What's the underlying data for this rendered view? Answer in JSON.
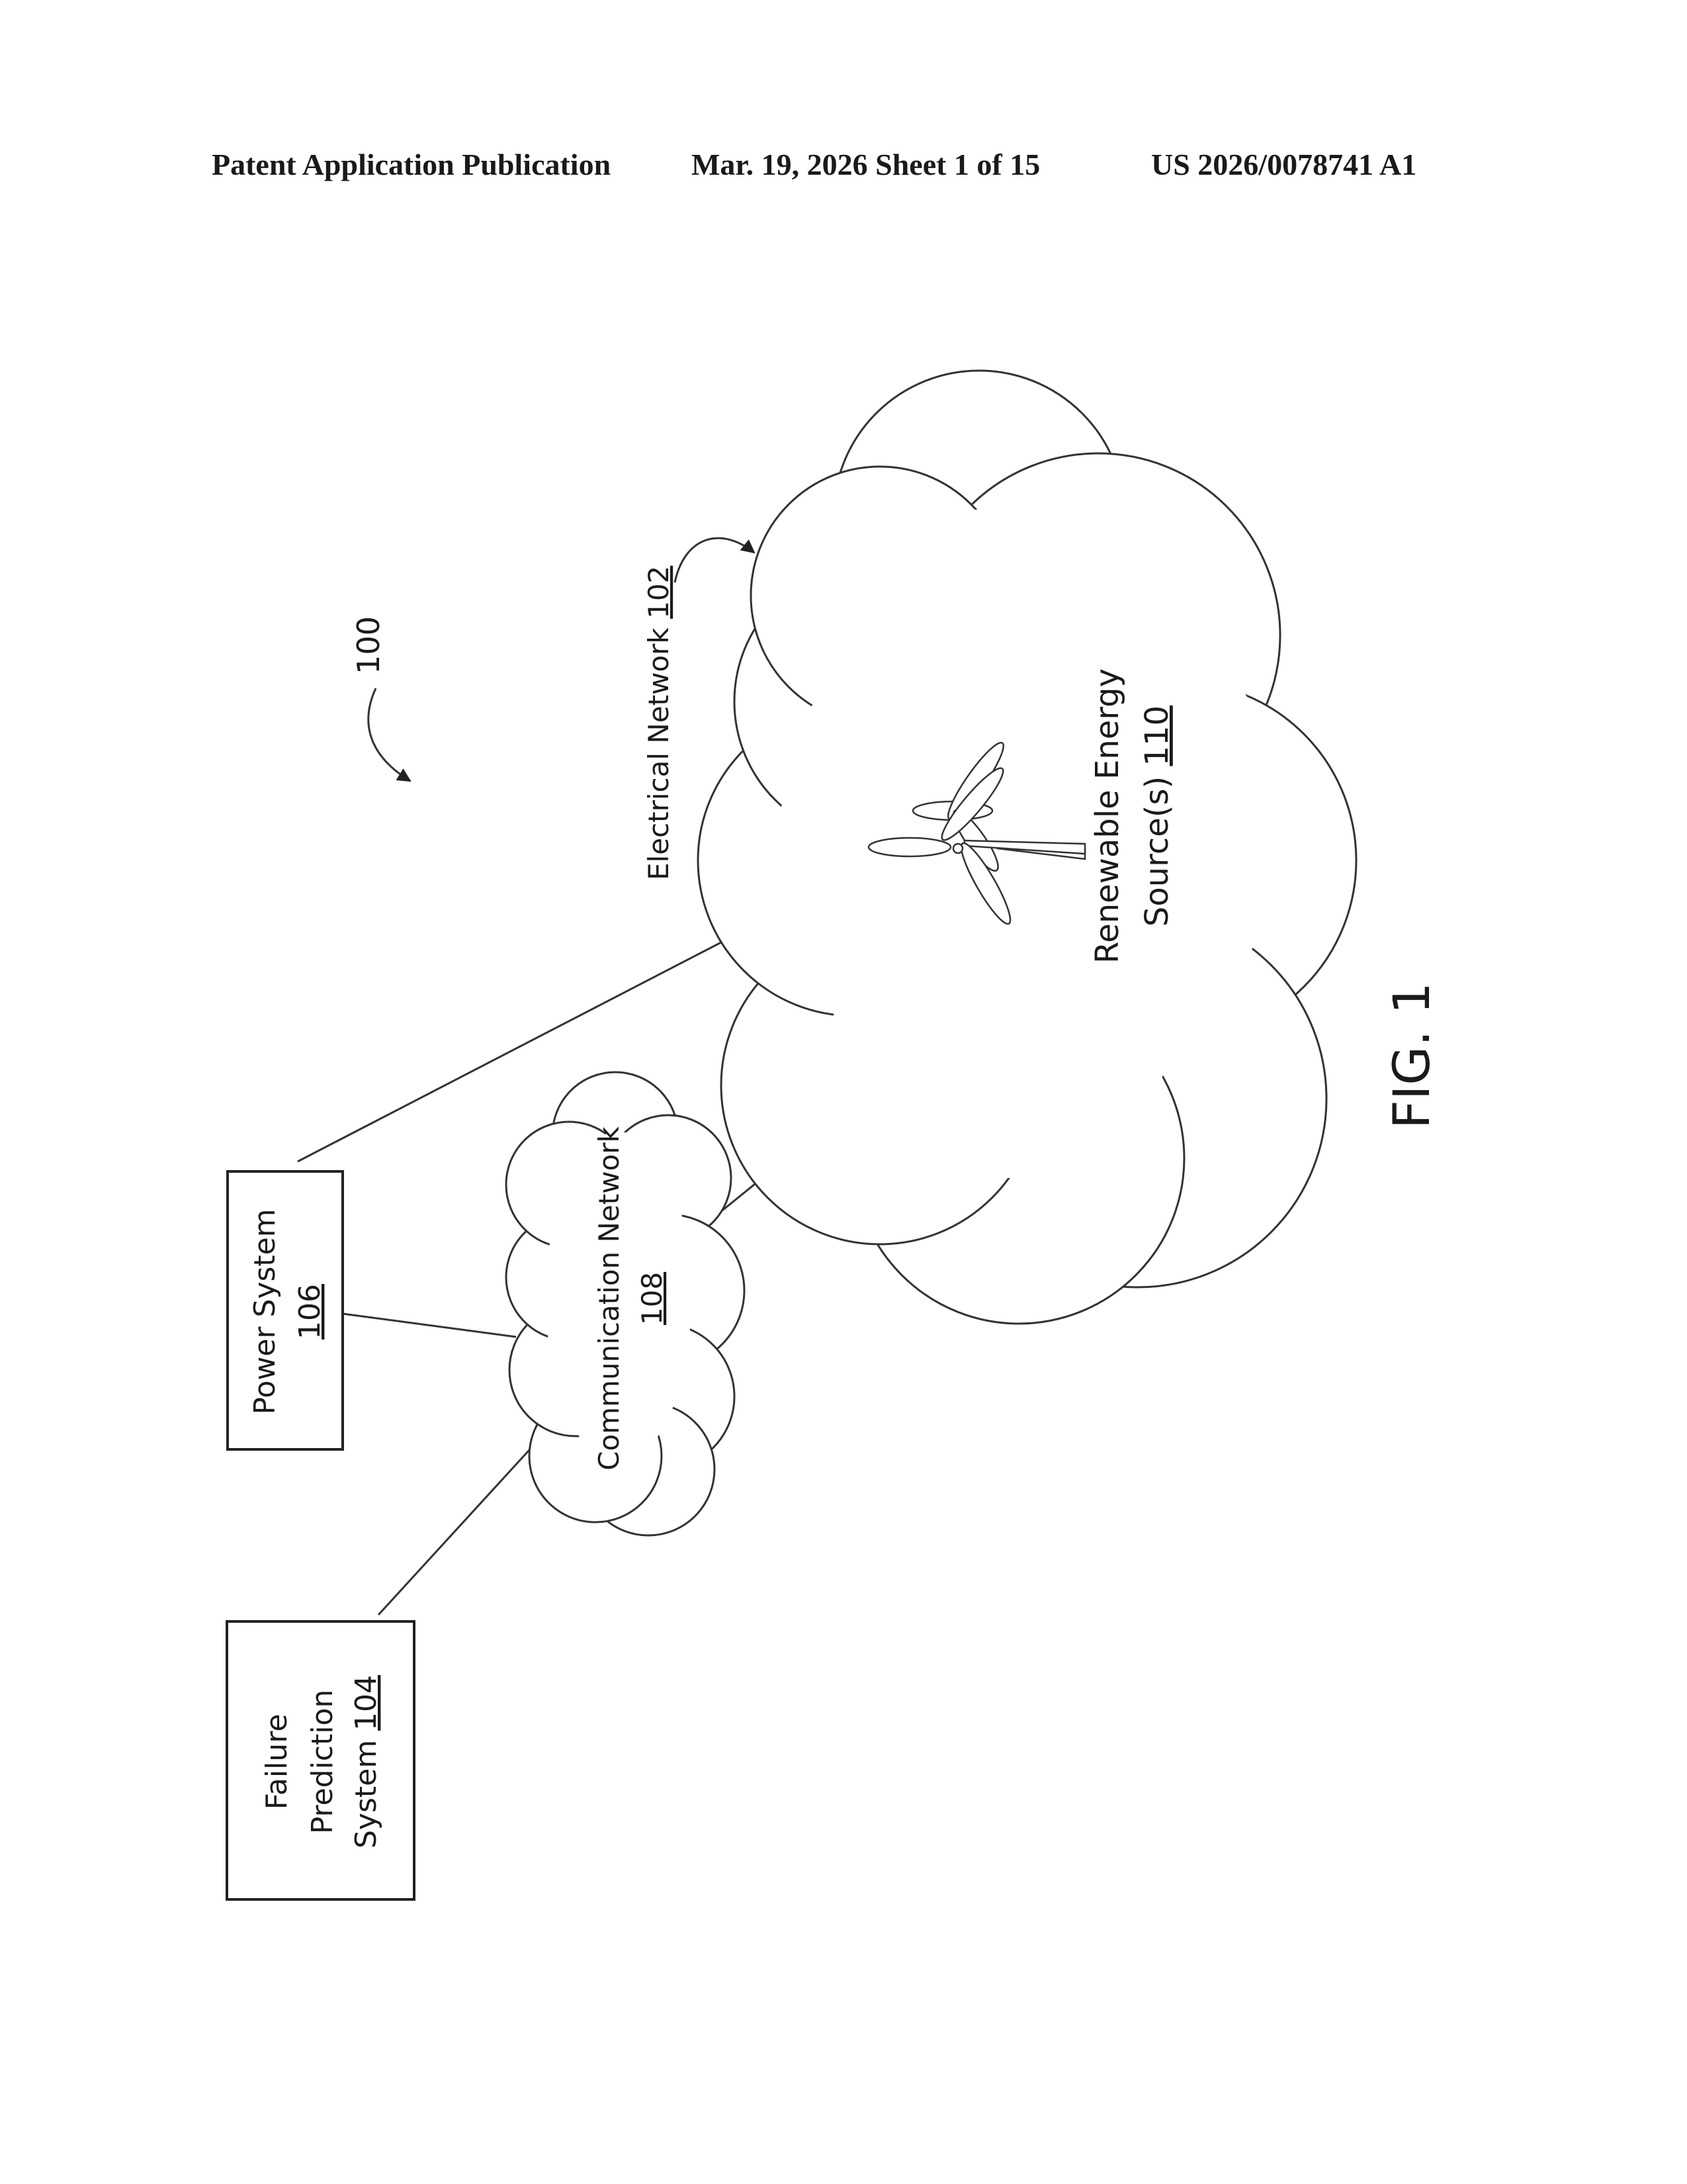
{
  "header": {
    "left": "Patent Application Publication",
    "middle": "Mar. 19, 2026  Sheet 1 of 15",
    "right": "US 2026/0078741 A1"
  },
  "figure": {
    "ref_system": "100",
    "electrical_network": {
      "label": "Electrical Network ",
      "ref": "102"
    },
    "renewable": {
      "line1": "Renewable Energy",
      "line2": "Source(s) ",
      "ref": "110"
    },
    "communication_network": {
      "line1": "Communication Network",
      "ref": "108"
    },
    "power_system": {
      "line1": "Power System",
      "ref": "106"
    },
    "failure_prediction": {
      "line1": "Failure",
      "line2": "Prediction",
      "line3": "System ",
      "ref": "104"
    },
    "caption": "FIG. 1"
  }
}
